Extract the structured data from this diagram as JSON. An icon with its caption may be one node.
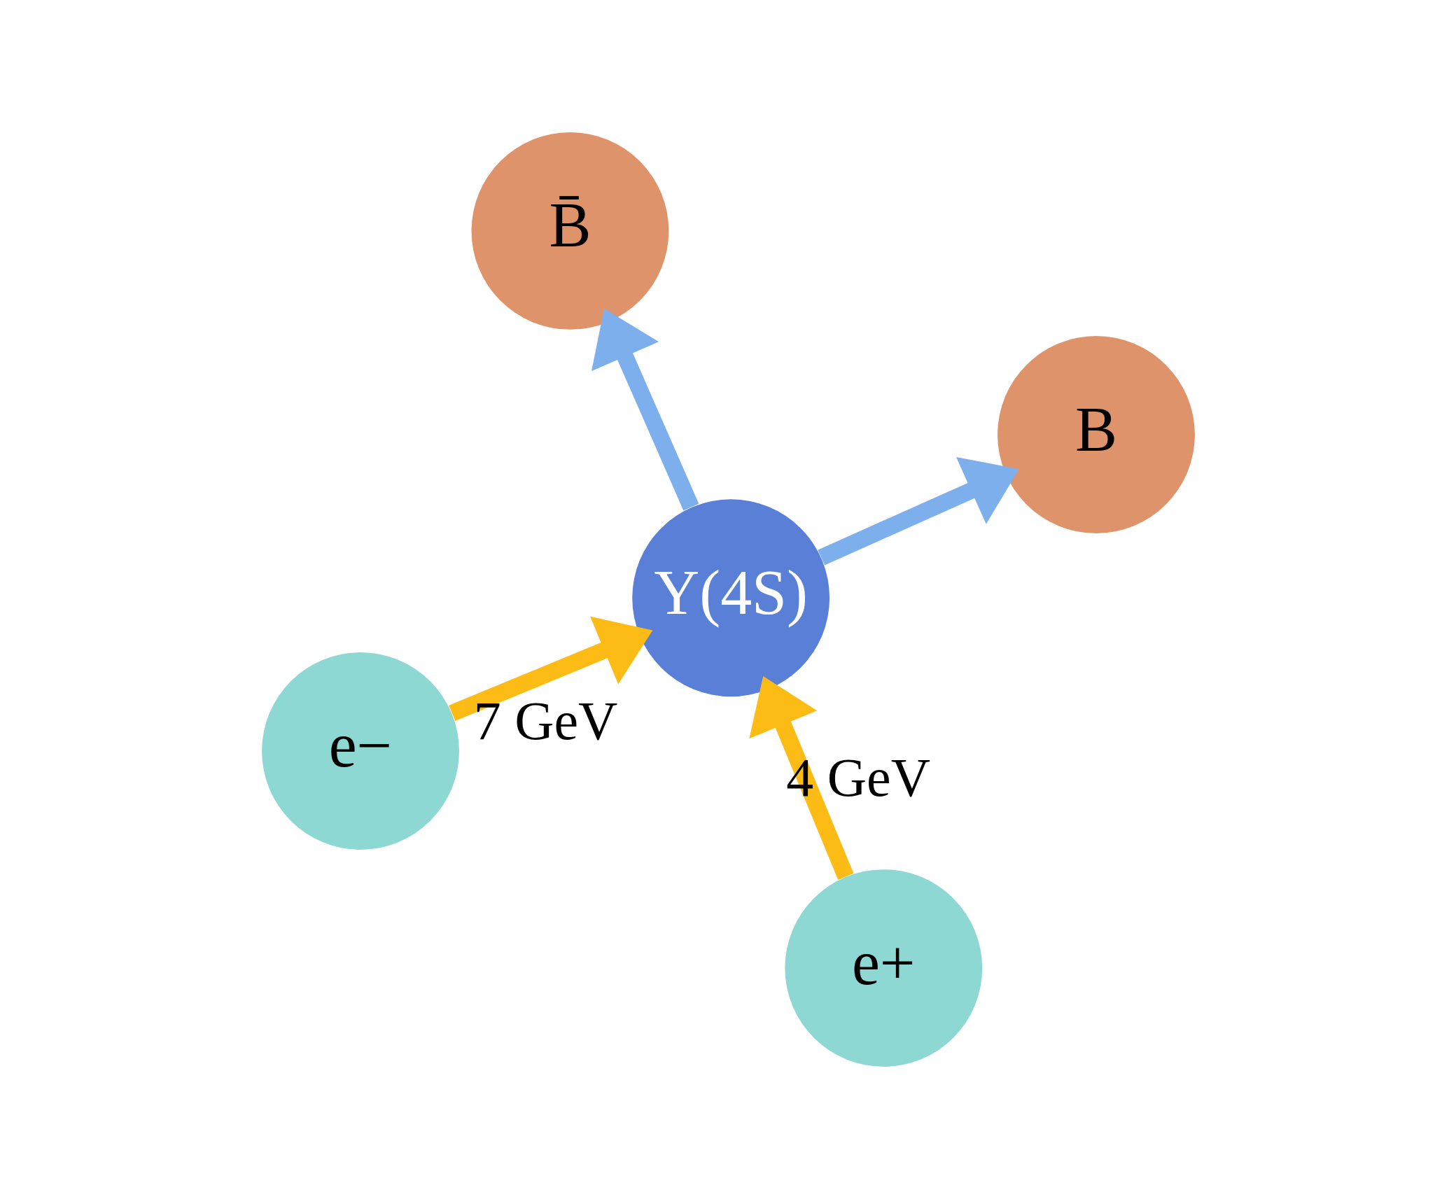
{
  "diagram": {
    "nodes": [
      {
        "text": [
          "e−"
        ]
      },
      {
        "text": [
          "Υ(4S)"
        ]
      },
      {
        "text": [
          "e+"
        ]
      },
      {
        "text": [
          "B̄"
        ]
      },
      {
        "text": [
          "B"
        ]
      }
    ],
    "edges": [
      {
        "from": 0,
        "to": 1,
        "arrow": "to",
        "label": "7 GeV",
        "color": "#fdbb16"
      },
      {
        "from": 2,
        "to": 1,
        "arrow": "to",
        "label": "4 GeV",
        "color": "#fdbb16"
      },
      {
        "from": 1,
        "to": 3,
        "arrow": "to",
        "color": "#7eafed"
      },
      {
        "from": 1,
        "to": 4,
        "arrow": "to",
        "color": "#7eafed"
      }
    ]
  }
}
